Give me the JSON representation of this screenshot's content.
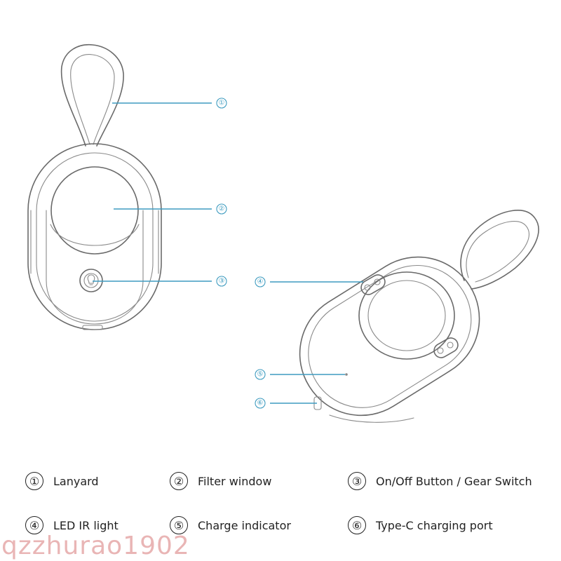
{
  "callouts": [
    {
      "num": "①",
      "label": "Lanyard"
    },
    {
      "num": "②",
      "label": "Filter window"
    },
    {
      "num": "③",
      "label": "On/Off Button / Gear Switch"
    },
    {
      "num": "④",
      "label": "LED IR light"
    },
    {
      "num": "⑤",
      "label": "Charge indicator"
    },
    {
      "num": "⑥",
      "label": "Type-C charging port"
    }
  ],
  "watermark": "qzzhurao1902",
  "colors": {
    "leader": "#3f9cc0",
    "outline": "#6a6a6a",
    "text": "#222222"
  },
  "icons": [
    "light-bulb-icon"
  ]
}
